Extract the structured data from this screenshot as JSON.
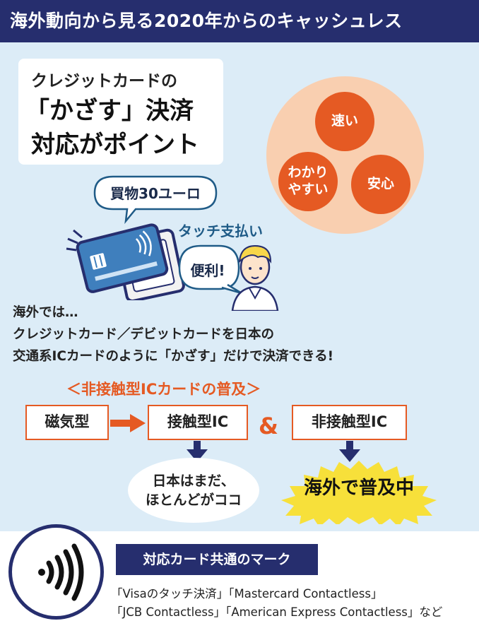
{
  "header": {
    "title": "海外動向から見る2020年からのキャッシュレス"
  },
  "headline": {
    "line1": "クレジットカードの",
    "line2": "「かざす」決済",
    "line3": "対応がポイント"
  },
  "benefits": [
    "速い",
    "わかりやすい",
    "安心"
  ],
  "benefit_lines": {
    "wakari_1": "わかり",
    "wakari_2": "やすい"
  },
  "scene": {
    "shopping_bubble": "買物30ユーロ",
    "touch_label": "タッチ支払い",
    "benri_bubble": "便利!"
  },
  "description": {
    "line1": "海外では…",
    "line2": "クレジットカード／デビットカードを日本の",
    "line3": "交通系ICカードのように「かざす」だけで決済できる!"
  },
  "spread": {
    "title": "＜非接触型ICカードの普及＞",
    "magnetic": "磁気型",
    "contact": "接触型IC",
    "amp": "&",
    "contactless": "非接触型IC",
    "japan_line1": "日本はまだ、",
    "japan_line2": "ほとんどがココ",
    "overseas": "海外で普及中"
  },
  "common_mark": {
    "label": "対応カード共通のマーク",
    "brands_line1": "「Visaのタッチ決済」「Mastercard  Contactless」",
    "brands_line2": "「JCB Contactless」「American Express Contactless」など"
  },
  "colors": {
    "navy": "#262e6e",
    "orange": "#e55a23",
    "peach": "#f9cfb0",
    "blue": "#1f5b87",
    "background": "#dcecf7"
  },
  "icons": [
    "card-icon",
    "reader-icon",
    "person-icon",
    "contactless-icon",
    "arrow-right-icon",
    "arrow-down-icon"
  ]
}
